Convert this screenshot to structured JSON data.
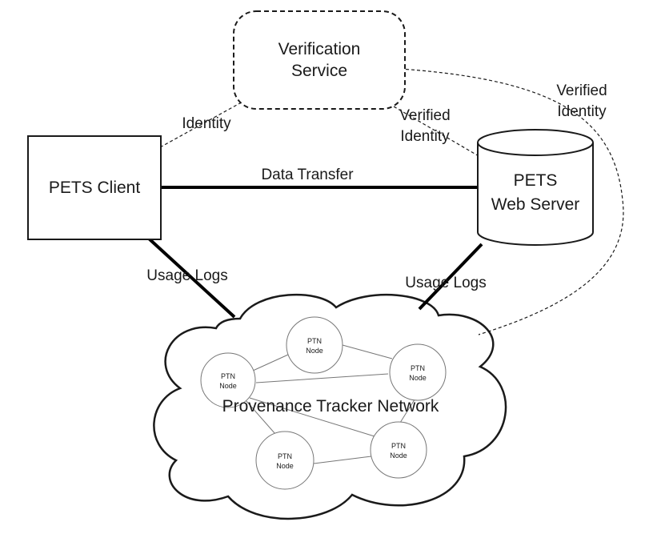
{
  "verification_service": {
    "line1": "Verification",
    "line2": "Service"
  },
  "pets_client": {
    "label": "PETS Client"
  },
  "pets_web_server": {
    "line1": "PETS",
    "line2": "Web Server"
  },
  "provenance_network": {
    "label": "Provenance Tracker Network",
    "nodes": [
      {
        "line1": "PTN",
        "line2": "Node"
      },
      {
        "line1": "PTN",
        "line2": "Node"
      },
      {
        "line1": "PTN",
        "line2": "Node"
      },
      {
        "line1": "PTN",
        "line2": "Node"
      },
      {
        "line1": "PTN",
        "line2": "Node"
      }
    ]
  },
  "edges": {
    "identity": "Identity",
    "verified_identity_server": {
      "line1": "Verified",
      "line2": "Identity"
    },
    "verified_identity_network": {
      "line1": "Verified",
      "line2": "Identity"
    },
    "data_transfer": "Data Transfer",
    "usage_logs_client": "Usage Logs",
    "usage_logs_server": "Usage Logs"
  }
}
